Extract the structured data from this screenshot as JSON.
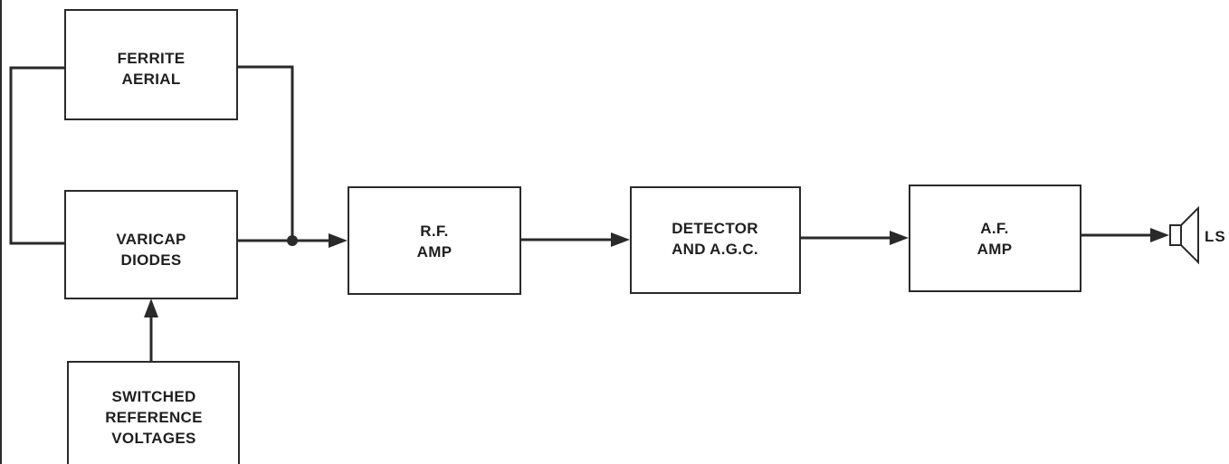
{
  "blocks": {
    "ferrite_aerial": [
      "FERRITE",
      "AERIAL"
    ],
    "varicap_diodes": [
      "VARICAP",
      "DIODES"
    ],
    "switched_reference": [
      "SWITCHED",
      "REFERENCE",
      "VOLTAGES"
    ],
    "rf_amp": [
      "R.F.",
      "AMP"
    ],
    "detector": [
      "DETECTOR",
      "AND A.G.C."
    ],
    "af_amp": [
      "A.F.",
      "AMP"
    ]
  },
  "loudspeaker_label": "LS"
}
